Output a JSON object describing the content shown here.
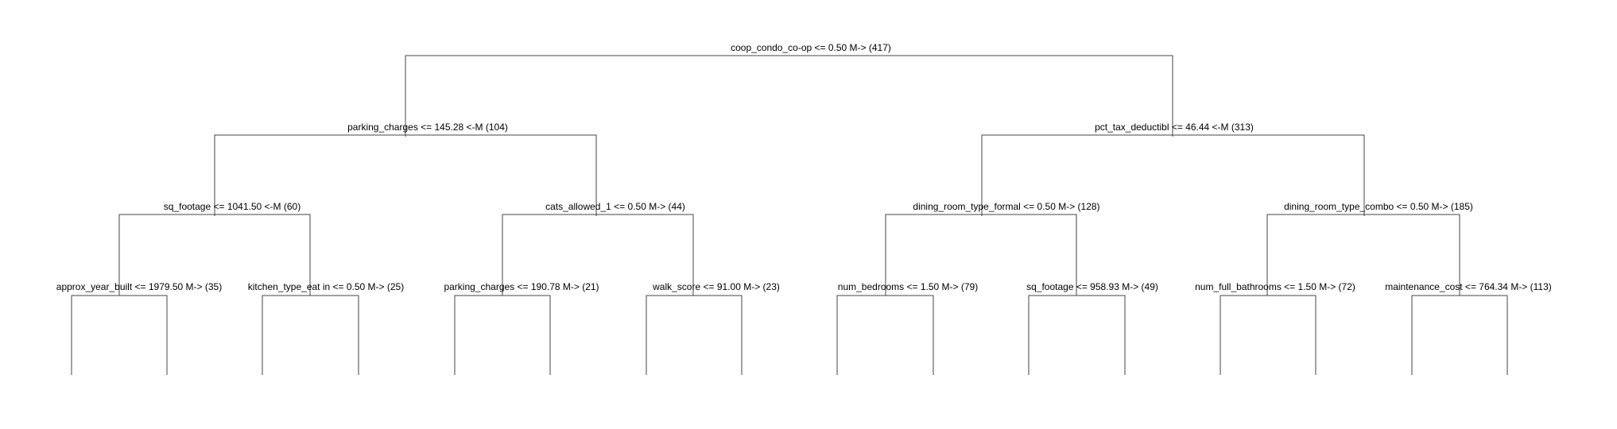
{
  "tree": {
    "root": {
      "label": "coop_condo_co-op <= 0.50 M-> (417)",
      "left": {
        "label": "parking_charges <= 145.28 <-M (104)",
        "left": {
          "label": "sq_footage <= 1041.50 <-M (60)",
          "left": {
            "label": "approx_year_built <= 1979.50 M-> (35)"
          },
          "right": {
            "label": "kitchen_type_eat in <= 0.50 M-> (25)"
          }
        },
        "right": {
          "label": "cats_allowed_1 <= 0.50 M-> (44)",
          "left": {
            "label": "parking_charges <= 190.78 M-> (21)"
          },
          "right": {
            "label": "walk_score <= 91.00 M-> (23)"
          }
        }
      },
      "right": {
        "label": "pct_tax_deductibl <= 46.44 <-M (313)",
        "left": {
          "label": "dining_room_type_formal <= 0.50 M-> (128)",
          "left": {
            "label": "num_bedrooms <= 1.50 M-> (79)"
          },
          "right": {
            "label": "sq_footage <= 958.93 M-> (49)"
          }
        },
        "right": {
          "label": "dining_room_type_combo <= 0.50 M-> (185)",
          "left": {
            "label": "num_full_bathrooms <= 1.50 M-> (72)"
          },
          "right": {
            "label": "maintenance_cost <= 764.34 M-> (113)"
          }
        }
      }
    }
  }
}
